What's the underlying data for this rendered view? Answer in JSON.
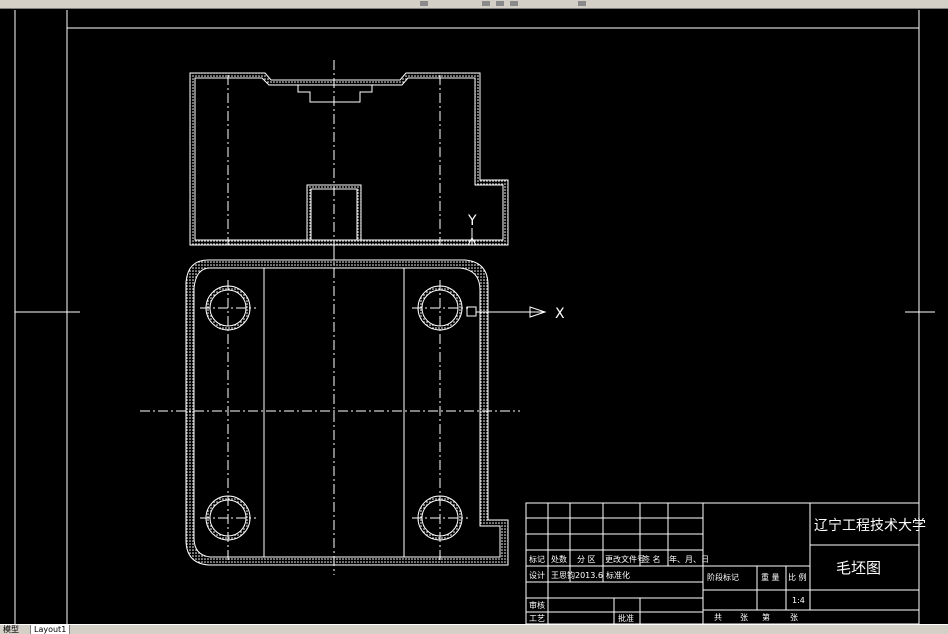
{
  "window": {
    "background": "#000000",
    "line_color": "#ffffff",
    "accent": "#d4d0c8"
  },
  "status_tabs": {
    "model": "模型",
    "layout1": "Layout1"
  },
  "axes": {
    "y_label": "Y",
    "x_label": "X"
  },
  "title_block": {
    "school": "辽宁工程技术大学",
    "drawing_name": "毛坯图",
    "row_header": [
      "标记",
      "处数",
      "分 区",
      "更改文件号",
      "签 名",
      "年、月、日"
    ],
    "design_row": {
      "label": "设计",
      "name": "王思钧",
      "date": "2013.6",
      "std": "标准化"
    },
    "stage_labels": [
      "阶段标记",
      "重 量",
      "比 例"
    ],
    "scale": "1:4",
    "review": "审核",
    "process": "工艺",
    "approve": "批准",
    "sheets": [
      "共",
      "张",
      "第",
      "张"
    ]
  }
}
